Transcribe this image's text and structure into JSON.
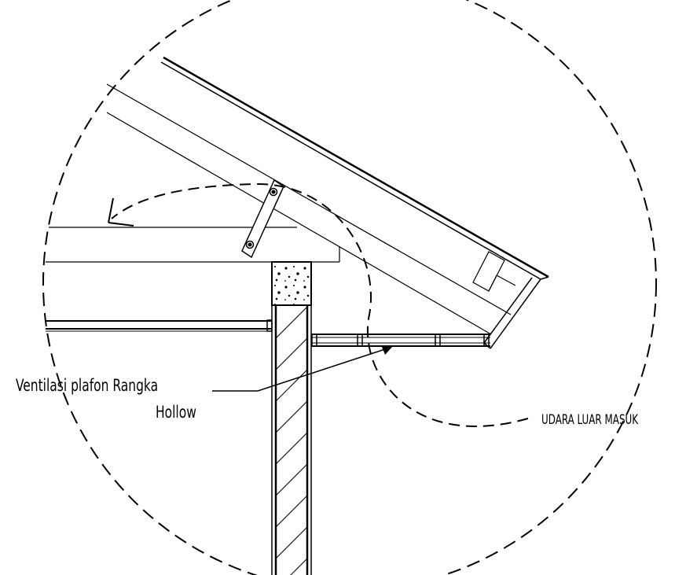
{
  "labels": {
    "ventilation_line1": "Ventilasi plafon Rangka",
    "ventilation_line2": "Hollow",
    "outside_air": "UDARA LUAR MASUK"
  },
  "colors": {
    "line": "#000000",
    "background": "#ffffff"
  }
}
